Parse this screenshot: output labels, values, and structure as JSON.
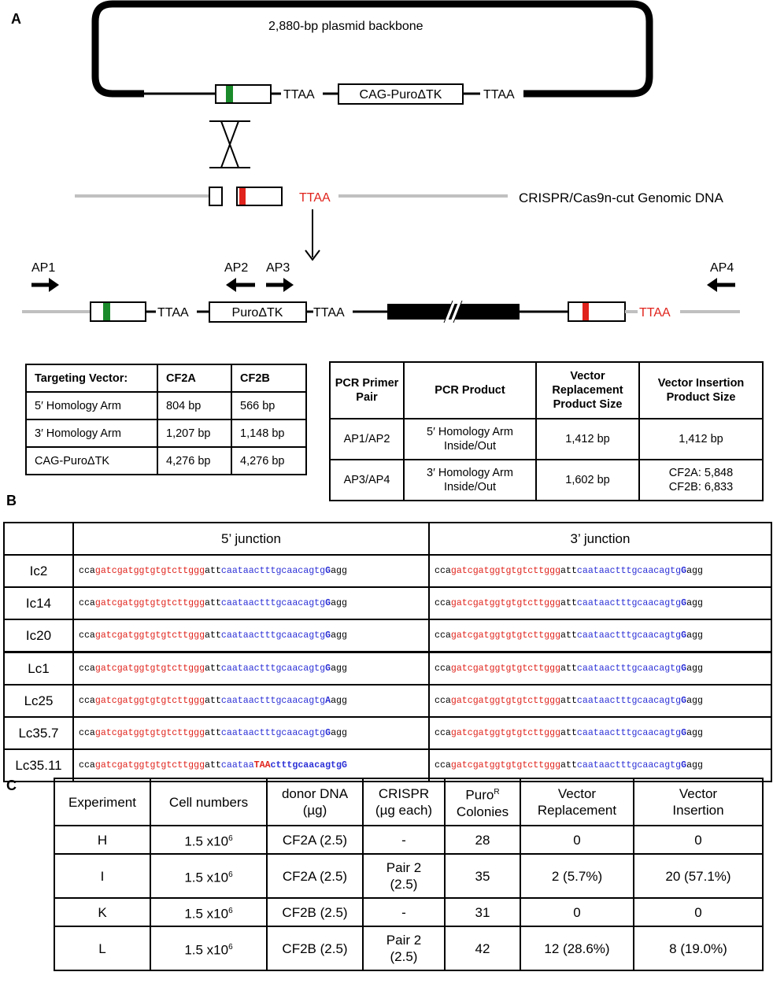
{
  "panels": {
    "a": "A",
    "b": "B",
    "c": "C"
  },
  "diagram": {
    "backbone_label": "2,880-bp plasmid backbone",
    "cassette_top": "CAG-PuroΔTK",
    "ttaa": "TTAA",
    "genomic_label": "CRISPR/Cas9n-cut Genomic DNA",
    "cassette_bottom": "PuroΔTK",
    "primers": {
      "ap1": "AP1",
      "ap2": "AP2",
      "ap3": "AP3",
      "ap4": "AP4"
    },
    "colors": {
      "green": "#1a8a2a",
      "red": "#e0231c",
      "gray": "#c0c0c0"
    }
  },
  "table_a1": {
    "header": [
      "Targeting Vector:",
      "CF2A",
      "CF2B"
    ],
    "rows": [
      [
        "5′ Homology Arm",
        "804 bp",
        "566 bp"
      ],
      [
        "3′ Homology Arm",
        "1,207 bp",
        "1,148 bp"
      ],
      [
        "CAG-PuroΔTK",
        "4,276 bp",
        "4,276 bp"
      ]
    ]
  },
  "table_a2": {
    "header": [
      "PCR Primer Pair",
      "PCR Product",
      "Vector Replacement Product Size",
      "Vector Insertion Product Size"
    ],
    "rows": [
      {
        "pair": "AP1/AP2",
        "product": "5′ Homology Arm Inside/Out",
        "replacement": "1,412 bp",
        "insertion": [
          "1,412 bp"
        ]
      },
      {
        "pair": "AP3/AP4",
        "product": "3′ Homology Arm Inside/Out",
        "replacement": "1,602 bp",
        "insertion": [
          "CF2A: 5,848",
          "CF2B: 6,833"
        ]
      }
    ]
  },
  "table_b": {
    "header": [
      "5’ junction",
      "3’ junction"
    ],
    "seq_parts": {
      "p1": "cca",
      "p2": "gatcgatggtgtgtcttggg",
      "p3": "att",
      "p4": "caataactttgcaacagtg",
      "p5": "G",
      "p6": "agg"
    },
    "lc25_base": "A",
    "lc3511": {
      "a": "caataa",
      "b": "TAA",
      "c": "ctttgcaacagtgG"
    },
    "rows": [
      "Ic2",
      "Ic14",
      "Ic20",
      "Lc1",
      "Lc25",
      "Lc35.7",
      "Lc35.11"
    ]
  },
  "table_c": {
    "header": {
      "experiment": "Experiment",
      "cells": "Cell numbers",
      "donor": [
        "donor DNA",
        "(µg)"
      ],
      "crispr": [
        "CRISPR",
        "(µg each)"
      ],
      "puro": [
        "Puro",
        "R",
        "Colonies"
      ],
      "replacement": [
        "Vector",
        "Replacement"
      ],
      "insertion": [
        "Vector",
        "Insertion"
      ]
    },
    "cell_base": "1.5 x10",
    "cell_exp": "6",
    "rows": [
      {
        "exp": "H",
        "donor": "CF2A (2.5)",
        "crispr": [
          "-"
        ],
        "colonies": "28",
        "replacement": "0",
        "insertion": "0"
      },
      {
        "exp": "I",
        "donor": "CF2A (2.5)",
        "crispr": [
          "Pair 2",
          "(2.5)"
        ],
        "colonies": "35",
        "replacement": "2 (5.7%)",
        "insertion": "20 (57.1%)"
      },
      {
        "exp": "K",
        "donor": "CF2B (2.5)",
        "crispr": [
          "-"
        ],
        "colonies": "31",
        "replacement": "0",
        "insertion": "0"
      },
      {
        "exp": "L",
        "donor": "CF2B (2.5)",
        "crispr": [
          "Pair 2",
          "(2.5)"
        ],
        "colonies": "42",
        "replacement": "12 (28.6%)",
        "insertion": "8 (19.0%)"
      }
    ]
  }
}
